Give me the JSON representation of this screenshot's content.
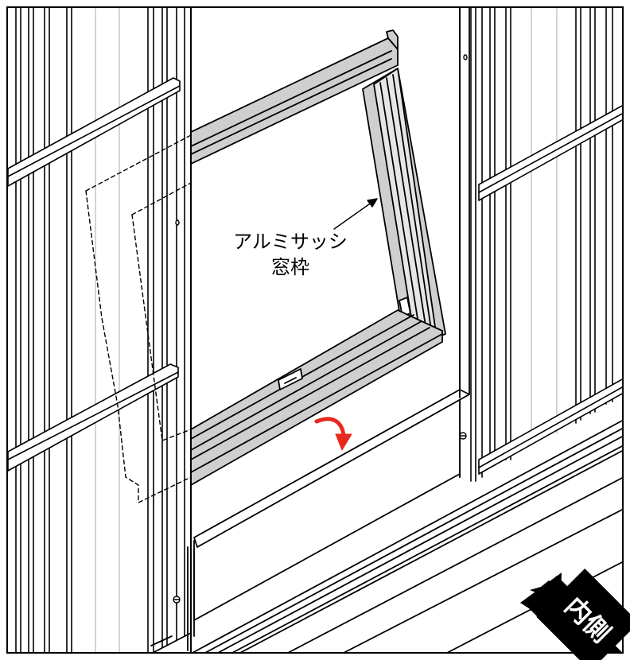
{
  "labels": {
    "sash_line1": "アルミサッシ",
    "sash_line2": "窓枠",
    "inside_badge": "内側"
  },
  "icons": {
    "rotation": "curved-arrow-icon",
    "direction": "big-arrow-icon"
  },
  "colors": {
    "line": "#000000",
    "frame_fill": "#cfcfcf",
    "rotation_arrow": "#e8281e",
    "background": "#ffffff"
  }
}
